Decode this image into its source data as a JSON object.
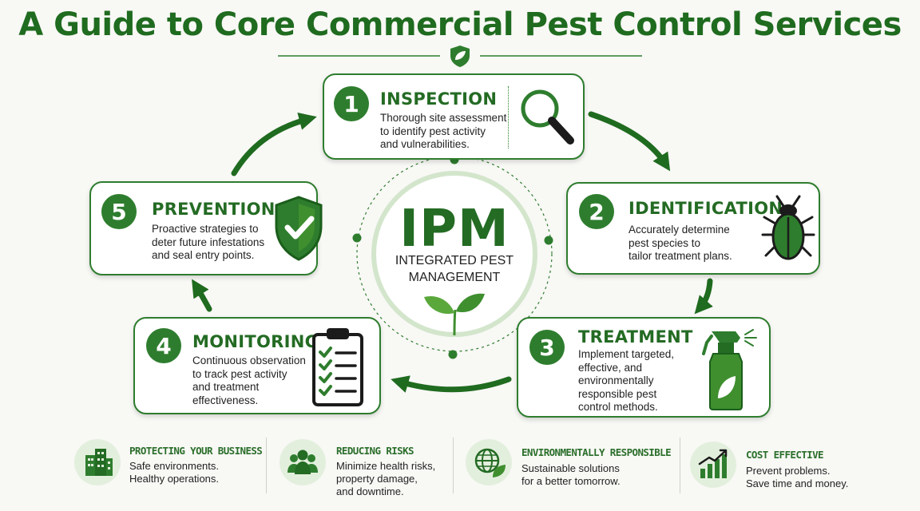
{
  "title": "A Guide to Core Commercial Pest Control Services",
  "center": {
    "acronym": "IPM",
    "subtitle_line1": "INTEGRATED PEST",
    "subtitle_line2": "MANAGEMENT",
    "icon": "sprout-icon"
  },
  "steps": [
    {
      "number": "1",
      "title": "INSPECTION",
      "lines": [
        "Thorough site assessment",
        "to identify pest activity",
        "and vulnerabilities."
      ],
      "icon": "magnifier-icon"
    },
    {
      "number": "2",
      "title": "IDENTIFICATION",
      "lines": [
        "Accurately determine",
        "pest species to",
        "tailor treatment plans."
      ],
      "icon": "beetle-icon"
    },
    {
      "number": "3",
      "title": "TREATMENT",
      "lines": [
        "Implement targeted,",
        "effective, and",
        "environmentally",
        "responsible pest",
        "control methods."
      ],
      "icon": "spray-bottle-icon"
    },
    {
      "number": "4",
      "title": "MONITORING",
      "lines": [
        "Continuous observation",
        "to track pest activity",
        "and treatment",
        "effectiveness."
      ],
      "icon": "clipboard-checklist-icon"
    },
    {
      "number": "5",
      "title": "PREVENTION",
      "lines": [
        "Proactive strategies to",
        "deter future infestations",
        "and seal entry points."
      ],
      "icon": "shield-check-icon"
    }
  ],
  "benefits": [
    {
      "title": "PROTECTING YOUR BUSINESS",
      "lines": [
        "Safe environments.",
        "Healthy operations."
      ],
      "icon": "buildings-icon"
    },
    {
      "title": "REDUCING RISKS",
      "lines": [
        "Minimize health risks,",
        "property damage,",
        "and downtime."
      ],
      "icon": "people-group-icon"
    },
    {
      "title": "ENVIRONMENTALLY RESPONSIBLE",
      "lines": [
        "Sustainable solutions",
        "for a better tomorrow."
      ],
      "icon": "globe-leaf-icon"
    },
    {
      "title": "COST EFFECTIVE",
      "lines": [
        "Prevent problems.",
        "Save time and money."
      ],
      "icon": "growth-chart-icon"
    }
  ],
  "colors": {
    "primary": "#2e7d2e",
    "dark": "#1f6b1f",
    "light": "#e3efdd",
    "background": "#f8f8f5"
  }
}
